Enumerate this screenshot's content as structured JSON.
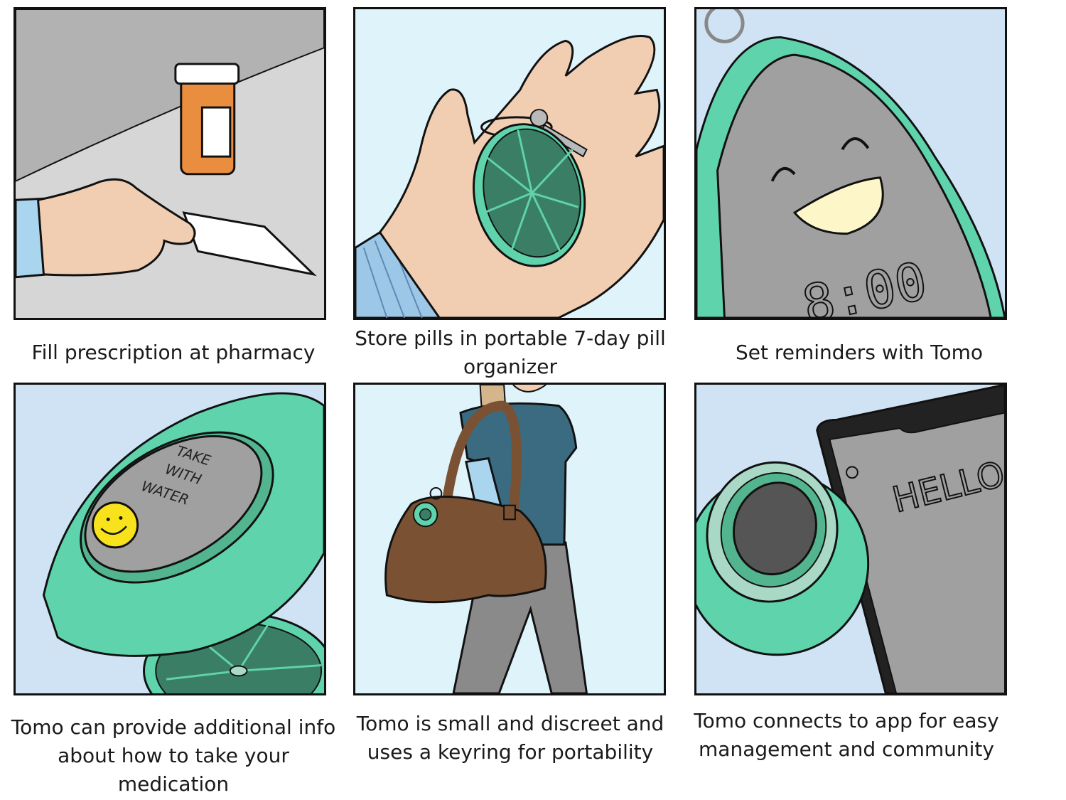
{
  "panels": [
    {
      "caption": "Fill prescription at pharmacy"
    },
    {
      "caption": "Store pills in portable 7-day pill organizer"
    },
    {
      "caption": "Set reminders with Tomo",
      "screen_time": "8:00"
    },
    {
      "caption": "Tomo can provide additional info about how to take your medication",
      "lid_text": [
        "TAKE",
        "WITH",
        "WATER"
      ]
    },
    {
      "caption": "Tomo is small and discreet and uses a keyring for portability"
    },
    {
      "caption": "Tomo connects to app for easy management and community",
      "phone_text": "HELLO"
    }
  ],
  "colors": {
    "tomo_green": "#5fd3ac",
    "organizer_dark": "#3b7e66",
    "screen_gray": "#a8a8a8",
    "sky_blue": "#cfe3f5",
    "pill_orange": "#e98d3f",
    "skin": "#f1ceb1"
  }
}
